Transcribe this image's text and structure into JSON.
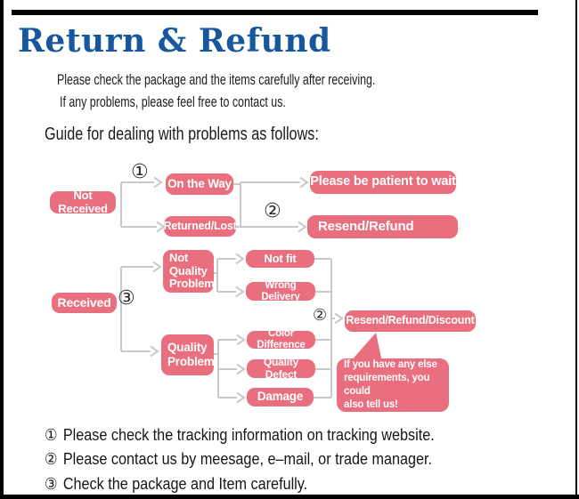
{
  "page": {
    "title": "Return & Refund"
  },
  "intro": {
    "line1": "Please check the package and the items carefully after receiving.",
    "line2": "If any problems, please feel free to contact us.",
    "guide_heading": "Guide for dealing with problems as follows:"
  },
  "flowchart": {
    "markers": {
      "one": "①",
      "two": "②",
      "three": "③"
    },
    "nodes": {
      "not_received": "Not Received",
      "on_the_way": "On the Way",
      "returned_lost": "Returned/Lost",
      "be_patient": "Please be patient to wait",
      "resend_refund": "Resend/Refund",
      "received": "Received",
      "not_quality_problem": "Not\nQuality\nProblem",
      "not_fit": "Not fit",
      "wrong_delivery": "Wrong Delivery",
      "quality_problem": "Quality\nProblem",
      "color_difference": "Color Difference",
      "quality_defect": "Quality Defect",
      "damage": "Damage",
      "resend_refund_discount": "Resend/Refund/Discount",
      "bubble_note": "If you have any else\nrequirements, you could\nalso tell us!"
    }
  },
  "notes": [
    {
      "num": "①",
      "text": "Please check the tracking information on tracking website."
    },
    {
      "num": "②",
      "text": "Please contact us by meesage, e–mail, or trade manager."
    },
    {
      "num": "③",
      "text": "Check the package and Item carefully."
    }
  ],
  "colors": {
    "accent_pink": "#e96e7e",
    "title_blue": "#17579e",
    "connector_gray": "#c9c9c9",
    "frame_black": "#000000"
  }
}
